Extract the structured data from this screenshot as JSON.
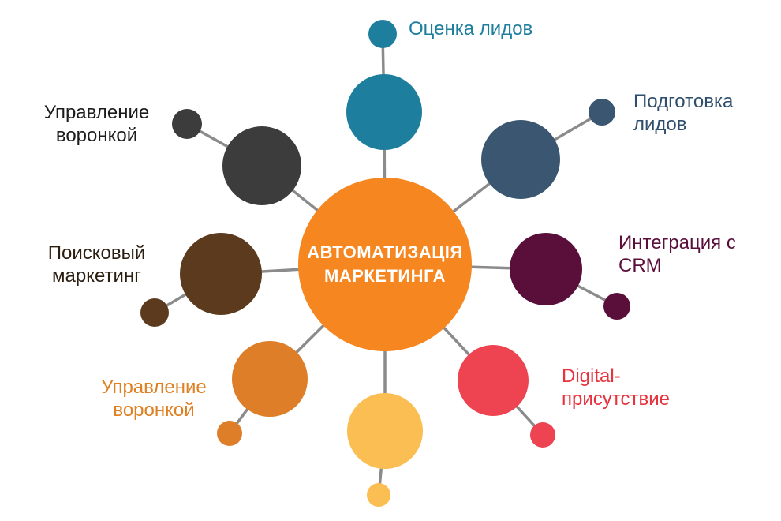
{
  "diagram": {
    "background": "#FFFFFF",
    "connector_color": "#8B8B8B",
    "center": {
      "label": "АВТОМАТИЗАЦІЯ МАРКЕТИНГА",
      "color": "#F6861F",
      "text_color": "#FFFFFF"
    },
    "nodes": [
      {
        "label": "Оценка лидов",
        "color": "#1E7E9D",
        "label_color": "#1E7E9D"
      },
      {
        "label": "Подготовка лидов",
        "color": "#3A5670",
        "label_color": "#2E4E6B"
      },
      {
        "label": "Интеграция с CRM",
        "color": "#5A0F3B",
        "label_color": "#5A0F3B"
      },
      {
        "label": "Digital-присутствие",
        "color": "#EE4350",
        "label_color": "#E8333F"
      },
      {
        "label": "",
        "color": "#FBBE52",
        "label_color": "#FBBE52"
      },
      {
        "label": "Управление воронкой",
        "color": "#DE7E28",
        "label_color": "#E07F1F"
      },
      {
        "label": "Поисковый маркетинг",
        "color": "#5C3A1E",
        "label_color": "#2B1D10"
      },
      {
        "label": "Управление воронкой",
        "color": "#3C3C3C",
        "label_color": "#1C1C1C"
      }
    ]
  }
}
